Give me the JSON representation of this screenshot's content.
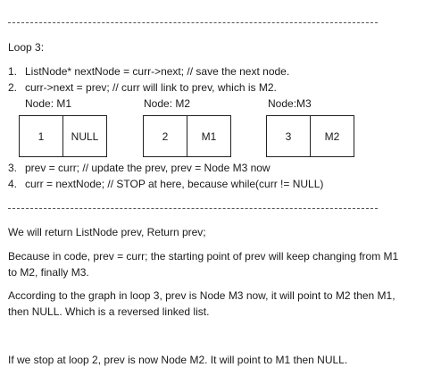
{
  "loop_title": "Loop 3:",
  "steps_a": [
    {
      "num": "1.",
      "text": "ListNode* nextNode = curr->next; // save the next node."
    },
    {
      "num": "2.",
      "text": "curr->next = prev; //   curr will link to prev, which is M2."
    }
  ],
  "node_labels": [
    "Node: M1",
    "Node: M2",
    "Node:M3"
  ],
  "nodes": [
    {
      "val": "1",
      "next": "NULL"
    },
    {
      "val": "2",
      "next": "M1"
    },
    {
      "val": "3",
      "next": "M2"
    }
  ],
  "steps_b": [
    {
      "num": "3.",
      "text": "prev = curr; // update the prev,     prev = Node M3 now"
    },
    {
      "num": "4.",
      "text": "curr = nextNode; // STOP at here,  because  while(curr != NULL)"
    }
  ],
  "return_line": "We will return ListNode prev,   Return prev;",
  "para1": [
    "Because in code, prev = curr;   the starting point of prev will keep changing from M1",
    "to M2, finally M3."
  ],
  "para2": [
    "According to the graph in loop 3, prev is Node M3 now, it will point to M2 then M1,",
    "then NULL.  Which is a reversed linked list."
  ],
  "para3": "If we stop at loop 2, prev is now Node M2.  It will point to M1 then NULL."
}
